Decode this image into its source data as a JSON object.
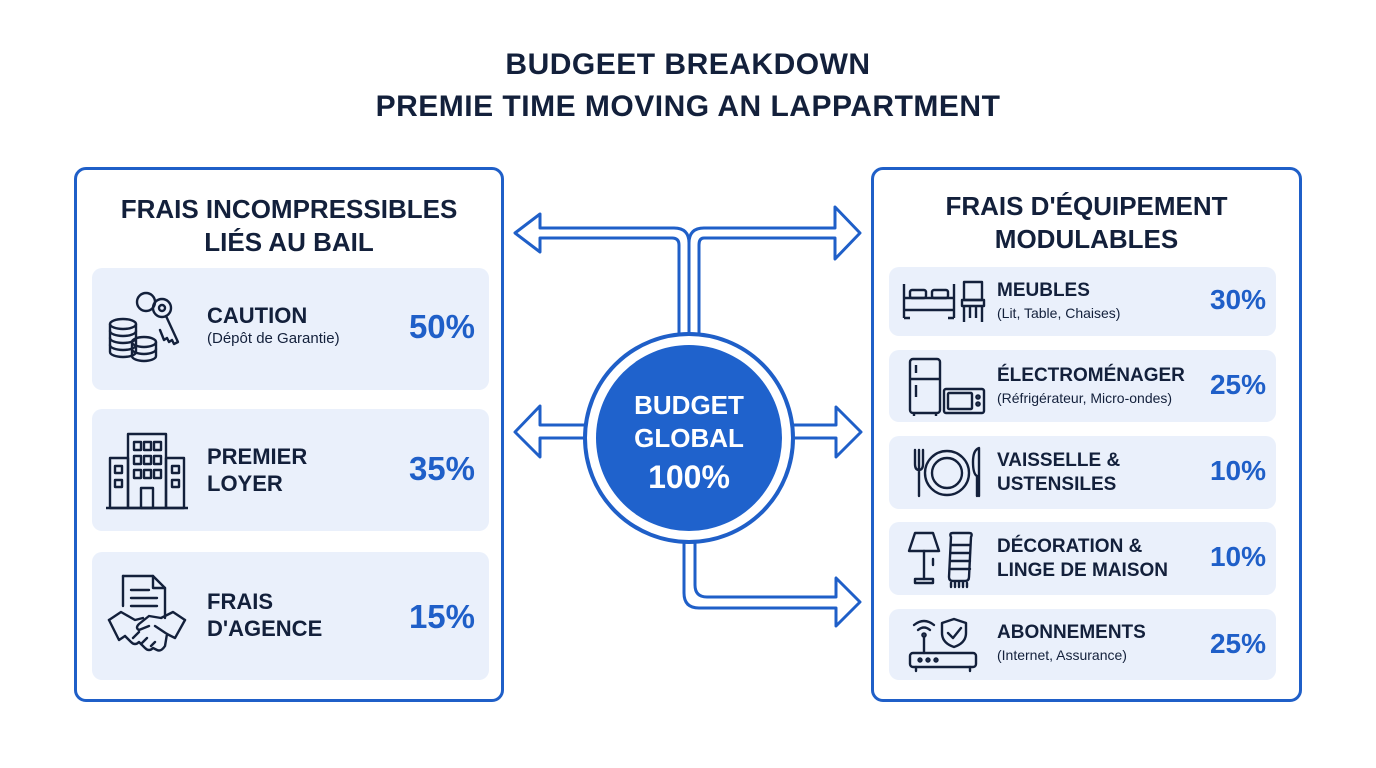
{
  "title": {
    "line1": "BUDGEET BREAKDOWN",
    "line2": "PREMIE TIME MOVING AN LAPPARTMENT"
  },
  "hub": {
    "line1": "BUDGET",
    "line2": "GLOBAL",
    "line3": "100%"
  },
  "left_panel": {
    "heading_line1": "FRAIS INCOMPRESSIBLES",
    "heading_line2": "LIÉS AU BAIL",
    "items": [
      {
        "label_line1": "CAUTION",
        "sublabel": "(Dépôt de Garantie)",
        "percent": "50%",
        "icon": "keys-coins-icon"
      },
      {
        "label_line1": "PREMIER",
        "label_line2": "LOYER",
        "percent": "35%",
        "icon": "building-icon"
      },
      {
        "label_line1": "FRAIS",
        "label_line2": "D'AGENCE",
        "percent": "15%",
        "icon": "handshake-contract-icon"
      }
    ]
  },
  "right_panel": {
    "heading_line1": "FRAIS D'ÉQUIPEMENT",
    "heading_line2": "MODULABLES",
    "items": [
      {
        "label_line1": "MEUBLES",
        "sublabel": "(Lit, Table, Chaises)",
        "percent": "30%",
        "icon": "bed-chair-icon"
      },
      {
        "label_line1": "ÉLECTROMÉNAGER",
        "sublabel": "(Réfrigérateur, Micro-ondes)",
        "percent": "25%",
        "icon": "fridge-microwave-icon"
      },
      {
        "label_line1": "VAISSELLE &",
        "label_line2": "USTENSILES",
        "percent": "10%",
        "icon": "plate-cutlery-icon"
      },
      {
        "label_line1": "DÉCORATION &",
        "label_line2": "LINGE DE MAISON",
        "percent": "10%",
        "icon": "lamp-towel-icon"
      },
      {
        "label_line1": "ABONNEMENTS",
        "sublabel": "(Internet, Assurance)",
        "percent": "25%",
        "icon": "router-shield-icon"
      }
    ]
  },
  "colors": {
    "accent": "#1f5fc8",
    "card_bg": "#eaf0fb",
    "text": "#13203b"
  }
}
